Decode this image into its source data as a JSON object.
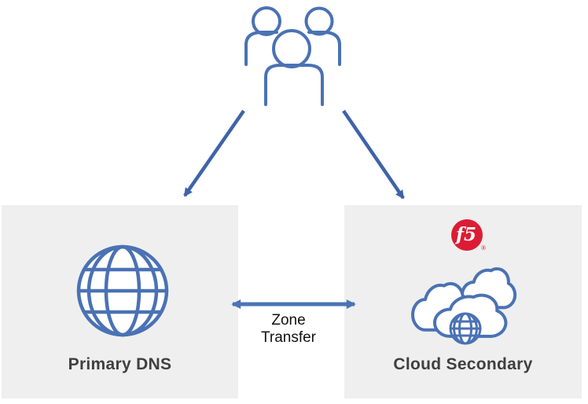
{
  "colors": {
    "canvas_white": "#ffffff",
    "box_gray": "#efefef",
    "icon_blue": "#4a72b4",
    "arrow_blue": "#3e63a8",
    "double_arrow_blue": "#4a74b8",
    "label_gray": "#3f3f3f",
    "text_black": "#111111",
    "f5_red": "#dc1c34"
  },
  "diagram": {
    "users": {
      "icon": "users-group-icon"
    },
    "primary_dns": {
      "label": "Primary DNS",
      "icon": "globe-icon"
    },
    "cloud_secondary": {
      "label": "Cloud Secondary",
      "icon": "clouds-globe-icon",
      "logo_text": "f5",
      "logo_registered_mark": "®"
    },
    "zone_transfer": {
      "label": "Zone Transfer"
    }
  }
}
